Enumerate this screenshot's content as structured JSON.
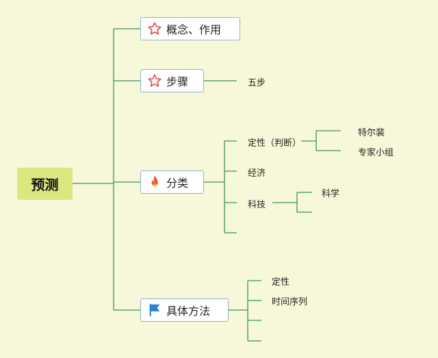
{
  "root": {
    "label": "预测"
  },
  "branches": [
    {
      "label": "概念、作用",
      "icon": "star-outline-icon"
    },
    {
      "label": "步骤",
      "icon": "star-outline-icon",
      "children": [
        "五步"
      ]
    },
    {
      "label": "分类",
      "icon": "fire-icon",
      "children": [
        {
          "label": "定性（判断）",
          "children": [
            "特尔裴",
            "专家小组"
          ]
        },
        {
          "label": "经济"
        },
        {
          "label": "科技",
          "children": [
            "科学",
            ""
          ]
        },
        {
          "label": ""
        }
      ]
    },
    {
      "label": "具体方法",
      "icon": "flag-icon",
      "children": [
        "定性",
        "时间序列",
        "",
        ""
      ]
    }
  ],
  "colors": {
    "connector": "#3f8f5f",
    "root_fill": "#dbe87f",
    "background": "#f6f8d9",
    "star": "#e04a4a",
    "fire": "#f05a28",
    "flag": "#2a7fd4"
  }
}
